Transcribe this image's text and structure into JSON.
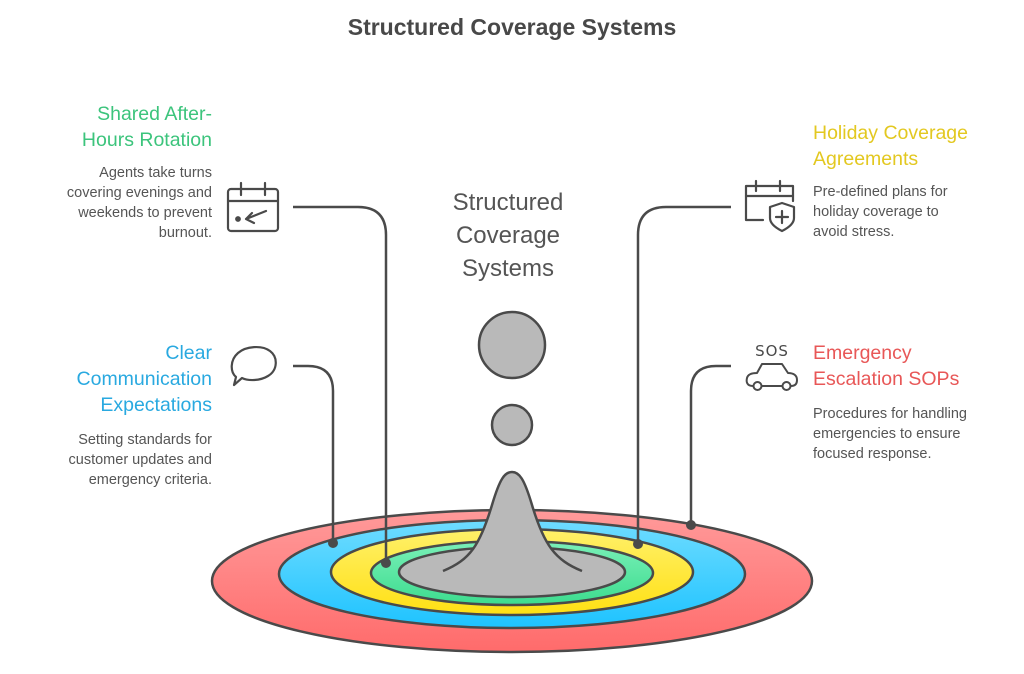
{
  "title": "Structured Coverage Systems",
  "center_label": [
    "Structured",
    "Coverage",
    "Systems"
  ],
  "items": [
    {
      "id": "shared-after-hours-rotation",
      "heading": [
        "Shared After-",
        "Hours Rotation"
      ],
      "description": [
        "Agents take turns",
        "covering evenings and",
        "weekends to prevent",
        "burnout."
      ],
      "icon": "calendar-arrow-icon",
      "color": "#3cc47c",
      "ring": "green"
    },
    {
      "id": "holiday-coverage-agreements",
      "heading": [
        "Holiday Coverage",
        "Agreements"
      ],
      "description": [
        "Pre-defined plans for",
        "holiday coverage to",
        "avoid stress."
      ],
      "icon": "calendar-shield-icon",
      "color": "#e3c820",
      "ring": "yellow"
    },
    {
      "id": "clear-communication-expectations",
      "heading": [
        "Clear",
        "Communication",
        "Expectations"
      ],
      "description": [
        "Setting standards for",
        "customer updates and",
        "emergency criteria."
      ],
      "icon": "speech-bubble-icon",
      "color": "#29a9e0",
      "ring": "blue"
    },
    {
      "id": "emergency-escalation-sops",
      "heading": [
        "Emergency",
        "Escalation SOPs"
      ],
      "description": [
        "Procedures for handling",
        "emergencies to ensure",
        "focused response."
      ],
      "icon": "sos-car-icon",
      "icon_text": "SOS",
      "color": "#e85757",
      "ring": "red"
    }
  ],
  "ring_colors": {
    "red": [
      "#ff9a9a",
      "#ff6b6b"
    ],
    "blue": [
      "#6fdcff",
      "#1ec3ff"
    ],
    "yellow": [
      "#fff06a",
      "#ffe014"
    ],
    "green": [
      "#7af0b8",
      "#3ddc8f"
    ],
    "gray": "#b9b9b9"
  },
  "stroke_color": "#4a4a4a"
}
